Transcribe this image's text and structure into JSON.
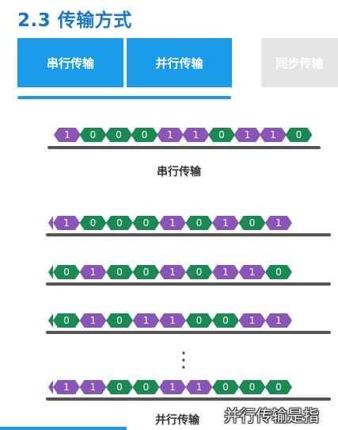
{
  "title": "2.3 传输方式",
  "tabs": [
    {
      "label": "串行传输",
      "active": true
    },
    {
      "label": "并行传输",
      "active": true
    },
    {
      "label": "同步传输",
      "active": false
    }
  ],
  "serial": {
    "bits": [
      "1",
      "0",
      "0",
      "0",
      "1",
      "1",
      "0",
      "1",
      "1",
      "0"
    ],
    "caption": "串行传输"
  },
  "parallel": {
    "rows": [
      [
        "1",
        "0",
        "0",
        "0",
        "1",
        "0",
        "1",
        "0",
        "1"
      ],
      [
        "0",
        "1",
        "0",
        "0",
        "1",
        "0",
        "1",
        "1",
        "0"
      ],
      [
        "0",
        "1",
        "0",
        "1",
        "1",
        "0",
        "0",
        "1",
        "1"
      ],
      [
        "1",
        "1",
        "0",
        "0",
        "1",
        "1",
        "0",
        "0",
        "0"
      ]
    ],
    "ellipsis": "⋮",
    "caption": "并行传输"
  },
  "overlay_text": "并行传输是指",
  "colors": {
    "one": "#8a55b8",
    "zero": "#1a8a55",
    "accent": "#1a9bea",
    "title": "#1576cf",
    "line": "#555555"
  }
}
